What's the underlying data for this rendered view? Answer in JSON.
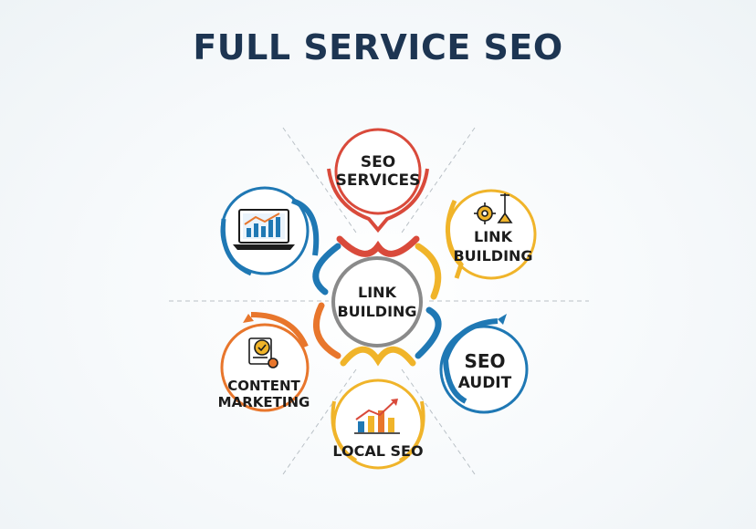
{
  "title": "FULL SERVICE SEO",
  "center": {
    "line1": "LINK",
    "line2": "BUILDING"
  },
  "nodes": [
    {
      "id": "seo-services",
      "line1": "SEO",
      "line2": "SERVICES",
      "color": "#d94a3b",
      "icon": ""
    },
    {
      "id": "link-building",
      "line1": "LINK",
      "line2": "BUILDING",
      "color": "#f0b42a",
      "icon": "gear-tools-icon"
    },
    {
      "id": "seo-audit",
      "line1": "SEO",
      "line2": "AUDIT",
      "color": "#1f78b4",
      "icon": ""
    },
    {
      "id": "local-seo",
      "line1": "LOCAL SEO",
      "line2": "",
      "color": "#f0b42a",
      "icon": "bar-chart-growth-icon"
    },
    {
      "id": "content-marketing",
      "line1": "CONTENT",
      "line2": "MARKETING",
      "color": "#e8762c",
      "icon": "document-badge-icon"
    },
    {
      "id": "analytics",
      "line1": "",
      "line2": "",
      "color": "#1f78b4",
      "icon": "laptop-analytics-icon"
    }
  ],
  "colors": {
    "title": "#1d3552",
    "red": "#d94a3b",
    "blue": "#1f78b4",
    "yellow": "#f0b42a",
    "orange": "#e8762c",
    "gray": "#8a8a8a"
  }
}
